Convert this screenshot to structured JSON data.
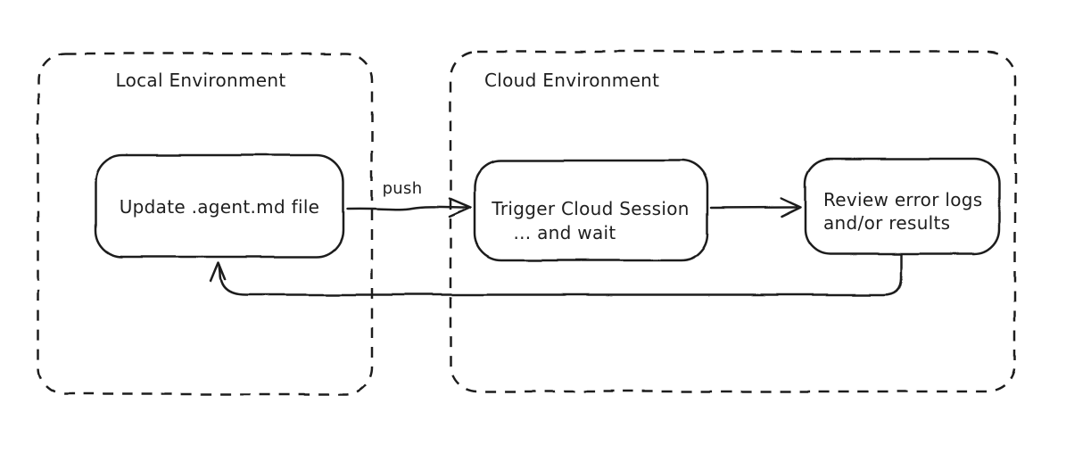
{
  "diagram": {
    "background_color": "#ffffff",
    "stroke_color": "#1e1e1e",
    "containers": [
      {
        "id": "local-environment",
        "label": "Local Environment"
      },
      {
        "id": "cloud-environment",
        "label": "Cloud Environment"
      }
    ],
    "nodes": [
      {
        "id": "update-agent-md",
        "container": "local-environment",
        "lines": [
          "Update .agent.md file"
        ]
      },
      {
        "id": "trigger-cloud-session",
        "container": "cloud-environment",
        "lines": [
          "Trigger Cloud Session",
          "... and wait"
        ]
      },
      {
        "id": "review-results",
        "container": "cloud-environment",
        "lines": [
          "Review error logs",
          "and/or results"
        ]
      }
    ],
    "edges": [
      {
        "id": "push-edge",
        "from": "update-agent-md",
        "to": "trigger-cloud-session",
        "label": "push"
      },
      {
        "id": "trigger-to-review-edge",
        "from": "trigger-cloud-session",
        "to": "review-results",
        "label": ""
      },
      {
        "id": "feedback-edge",
        "from": "review-results",
        "to": "update-agent-md",
        "label": ""
      }
    ]
  }
}
